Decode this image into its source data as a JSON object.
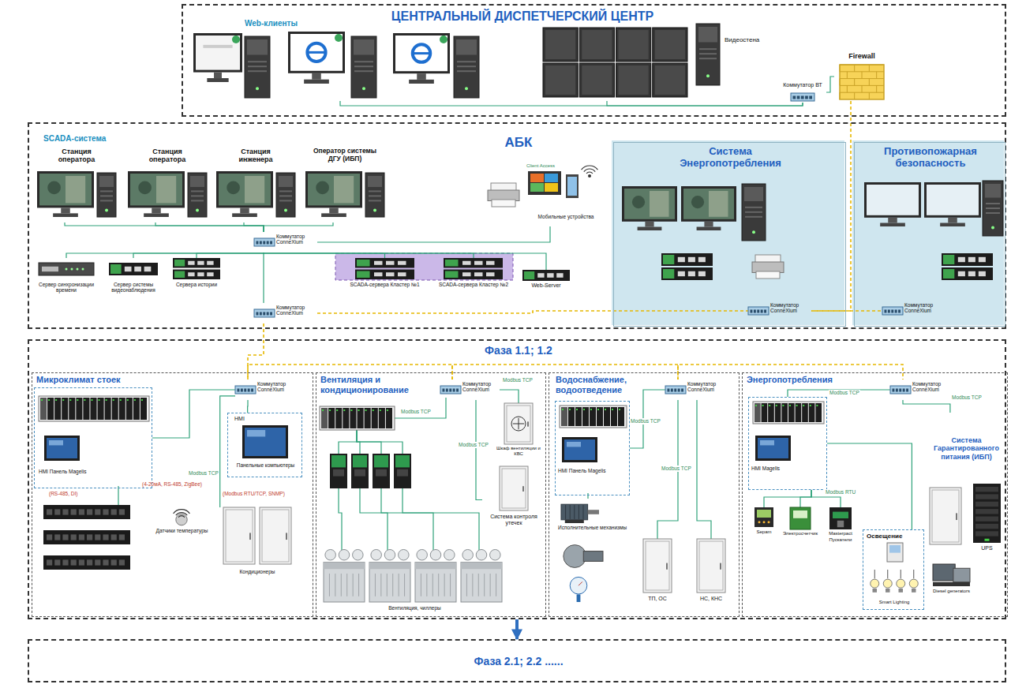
{
  "diagram": {
    "nodes": [
      {
        "text": [
          "ЦЕНТРАЛЬНЫЙ ДИСПЕТЧЕРСКИЙ ЦЕНТР"
        ]
      },
      {
        "text": [
          "Web-клиенты"
        ],
        "in": 0
      },
      {
        "text": [
          "Видеостена"
        ],
        "in": 0
      },
      {
        "text": [
          "Коммутатор ВТ"
        ],
        "in": 0
      },
      {
        "text": [
          "Firewall"
        ],
        "in": 0
      },
      {
        "text": [
          "АБК"
        ]
      },
      {
        "text": [
          "Станция оператора"
        ],
        "in": 5
      },
      {
        "text": [
          "Станция оператора"
        ],
        "in": 5
      },
      {
        "text": [
          "Станция инженера"
        ],
        "in": 5
      },
      {
        "text": [
          "Оператор системы ДГУ (ИБП)"
        ],
        "in": 5
      },
      {
        "text": [
          "Client Access",
          "Мобильные устройства"
        ],
        "in": 5
      },
      {
        "text": [
          "Коммутатор ConneXium"
        ],
        "in": 5
      },
      {
        "text": [
          "Сервер синхронизации времени"
        ],
        "in": 5
      },
      {
        "text": [
          "Сервер системы видеонаблюдения"
        ],
        "in": 5
      },
      {
        "text": [
          "Сервера истории"
        ],
        "in": 5
      },
      {
        "text": [
          "SCADA-сервера Кластер №1"
        ],
        "in": 5
      },
      {
        "text": [
          "SCADA-сервера Кластер №2"
        ],
        "in": 5
      },
      {
        "text": [
          "Web-Server"
        ],
        "in": 5
      },
      {
        "text": [
          "Коммутатор ConneXium"
        ],
        "in": 5
      },
      {
        "text": [
          "Система Энергопотребления"
        ],
        "in": 5
      },
      {
        "text": [
          "Коммутатор ConneXium"
        ],
        "in": 19
      },
      {
        "text": [
          "Противопожарная безопасность"
        ],
        "in": 5
      },
      {
        "text": [
          "Коммутатор ConneXium"
        ],
        "in": 21
      },
      {
        "text": [
          "Фаза 1.1; 1.2"
        ]
      },
      {
        "text": [
          "Микроклимат стоек"
        ],
        "in": 23
      },
      {
        "text": [
          "HMI Панель Magelis"
        ],
        "in": 24
      },
      {
        "text": [
          "Коммутатор ConneXium"
        ],
        "in": 24
      },
      {
        "text": [
          "HMI",
          "Панельные компьютеры"
        ],
        "in": 24
      },
      {
        "text": [
          "Датчики температуры"
        ],
        "in": 24
      },
      {
        "text": [
          "Кондиционеры"
        ],
        "in": 24
      },
      {
        "text": [
          "Вентиляция и кондиционирование"
        ],
        "in": 23
      },
      {
        "text": [
          "Коммутатор ConneXium"
        ],
        "in": 30
      },
      {
        "text": [
          "Шкаф вентиляции и КВС"
        ],
        "in": 30
      },
      {
        "text": [
          "Система контроля утечек"
        ],
        "in": 30
      },
      {
        "text": [
          "Вентиляция, чиллеры"
        ],
        "in": 30
      },
      {
        "text": [
          "Водоснабжение, водоотведение"
        ],
        "in": 23
      },
      {
        "text": [
          "HMI Панель Magelis"
        ],
        "in": 35
      },
      {
        "text": [
          "Исполнительные механизмы"
        ],
        "in": 35
      },
      {
        "text": [
          "Коммутатор ConneXium"
        ],
        "in": 35
      },
      {
        "text": [
          "ТП, ОС"
        ],
        "in": 35
      },
      {
        "text": [
          "НС, КНС"
        ],
        "in": 35
      },
      {
        "text": [
          "Энергопотребления"
        ],
        "in": 23
      },
      {
        "text": [
          "Коммутатор ConneXium"
        ],
        "in": 41
      },
      {
        "text": [
          "HMI Magelis"
        ],
        "in": 41
      },
      {
        "text": [
          "Sepam"
        ],
        "in": 41
      },
      {
        "text": [
          "Электросчетчик"
        ],
        "in": 41
      },
      {
        "text": [
          "Masterpact",
          "Пускатели"
        ],
        "in": 41
      },
      {
        "text": [
          "Освещение",
          "Smart Lighting"
        ],
        "in": 41
      },
      {
        "text": [
          "Система Гарантированного питания (ИБП)"
        ],
        "in": 41
      },
      {
        "text": [
          "UPS"
        ],
        "in": 48
      },
      {
        "text": [
          "Diesel generators"
        ],
        "in": 48
      },
      {
        "text": [
          "Фаза 2.1; 2.2 ......"
        ]
      }
    ],
    "edges": [
      {
        "from": 1,
        "to": 3,
        "arrow": "none"
      },
      {
        "from": 2,
        "to": 3,
        "arrow": "none"
      },
      {
        "from": 3,
        "to": 4,
        "arrow": "none"
      },
      {
        "from": 4,
        "to": 20,
        "arrow": "none"
      },
      {
        "from": 6,
        "to": 11,
        "arrow": "none"
      },
      {
        "from": 7,
        "to": 11,
        "arrow": "none"
      },
      {
        "from": 8,
        "to": 11,
        "arrow": "none"
      },
      {
        "from": 9,
        "to": 11,
        "arrow": "none"
      },
      {
        "from": 10,
        "to": 11,
        "arrow": "none"
      },
      {
        "from": 11,
        "to": 12,
        "arrow": "none"
      },
      {
        "from": 11,
        "to": 13,
        "arrow": "none"
      },
      {
        "from": 11,
        "to": 14,
        "arrow": "none"
      },
      {
        "from": 11,
        "to": 15,
        "arrow": "none"
      },
      {
        "from": 11,
        "to": 16,
        "arrow": "none"
      },
      {
        "from": 11,
        "to": 17,
        "arrow": "none"
      },
      {
        "from": 11,
        "to": 18,
        "arrow": "none"
      },
      {
        "from": 18,
        "to": 20,
        "arrow": "none"
      },
      {
        "from": 20,
        "to": 22,
        "arrow": "none"
      },
      {
        "from": 18,
        "to": 26,
        "arrow": "none"
      },
      {
        "from": 26,
        "to": 31,
        "arrow": "none"
      },
      {
        "from": 31,
        "to": 38,
        "arrow": "none"
      },
      {
        "from": 38,
        "to": 42,
        "arrow": "none"
      },
      {
        "from": 26,
        "to": 25,
        "arrow": "none"
      },
      {
        "from": 26,
        "to": 27,
        "arrow": "none"
      },
      {
        "from": 26,
        "to": 29,
        "label": "Modbus TCP",
        "arrow": "none"
      },
      {
        "from": 31,
        "to": 32,
        "label": "Modbus TCP",
        "arrow": "none"
      },
      {
        "from": 31,
        "to": 33,
        "label": "Modbus TCP",
        "arrow": "none"
      },
      {
        "from": 38,
        "to": 36,
        "label": "Modbus TCP",
        "arrow": "none"
      },
      {
        "from": 38,
        "to": 39,
        "label": "Modbus TCP",
        "arrow": "none"
      },
      {
        "from": 38,
        "to": 40,
        "arrow": "none"
      },
      {
        "from": 42,
        "to": 43,
        "label": "Modbus TCP",
        "arrow": "none"
      },
      {
        "from": 42,
        "to": 48,
        "label": "Modbus TCP",
        "arrow": "none"
      },
      {
        "from": 43,
        "to": 44,
        "arrow": "none"
      },
      {
        "from": 43,
        "to": 45,
        "arrow": "none"
      },
      {
        "from": 43,
        "to": 46,
        "label": "Modbus RTU",
        "arrow": "none"
      },
      {
        "from": 43,
        "to": 47,
        "arrow": "none"
      },
      {
        "from": 23,
        "to": 51,
        "arrow": "to"
      }
    ],
    "labels": [
      "SCADA-система",
      "(RS-485, DI)",
      "(4-20мА, RS-485, ZigBee)",
      "(Modbus RTU/TCP, SNMP)",
      "Modbus TCP"
    ]
  }
}
